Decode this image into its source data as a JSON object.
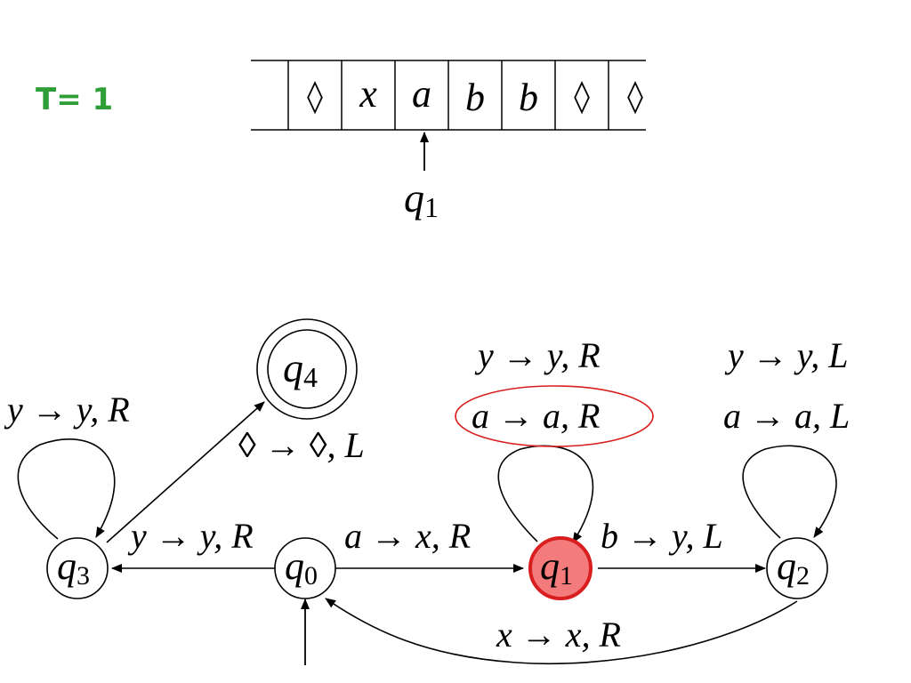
{
  "step_label": "T= 1",
  "tape": {
    "cells": [
      "◊",
      "x",
      "a",
      "b",
      "b",
      "◊",
      "◊"
    ],
    "head_state": {
      "name": "q",
      "index": "1"
    }
  },
  "states": [
    {
      "id": "q0",
      "name": "q",
      "index": "0",
      "initial": true,
      "accepting": false,
      "current": false
    },
    {
      "id": "q1",
      "name": "q",
      "index": "1",
      "initial": false,
      "accepting": false,
      "current": true
    },
    {
      "id": "q2",
      "name": "q",
      "index": "2",
      "initial": false,
      "accepting": false,
      "current": false
    },
    {
      "id": "q3",
      "name": "q",
      "index": "3",
      "initial": false,
      "accepting": false,
      "current": false
    },
    {
      "id": "q4",
      "name": "q",
      "index": "4",
      "initial": false,
      "accepting": true,
      "current": false
    }
  ],
  "transitions": {
    "q3_loop": "y → y, R",
    "q3_to_q4": "◊ → ◊, L",
    "q0_to_q3": "y → y, R",
    "q0_to_q1": "a → x, R",
    "q1_loop_1": "y → y, R",
    "q1_loop_2": "a → a, R",
    "q1_to_q2": "b → y, L",
    "q2_loop_1": "y → y, L",
    "q2_loop_2": "a → a, L",
    "q2_to_q0": "x → x, R"
  },
  "colors": {
    "current_fill": "#f47b7b",
    "current_stroke": "#d81e1e",
    "highlight_ring": "#d81e1e",
    "step_text": "#2e9e36"
  }
}
